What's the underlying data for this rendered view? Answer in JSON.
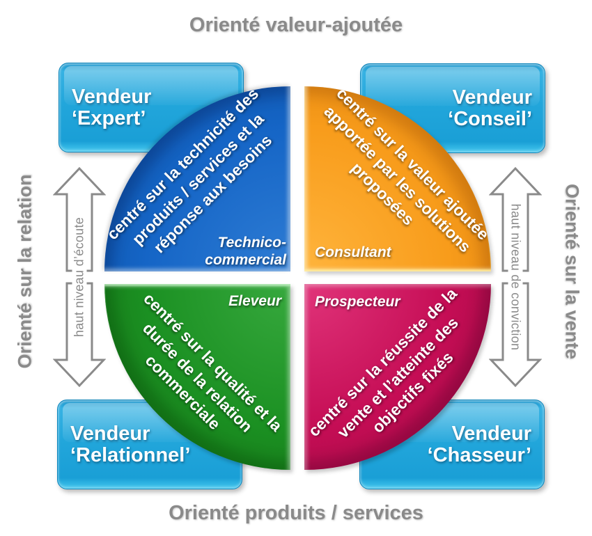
{
  "titles": {
    "top": "Orienté valeur-ajoutée",
    "bottom": "Orienté produits / services",
    "left": "Orienté sur la relation",
    "right": "Orienté sur la vente"
  },
  "arrows": {
    "left": "haut niveau d’écoute",
    "right": "haut niveau de conviction"
  },
  "boxes": {
    "expert": {
      "line1": "Vendeur",
      "line2": "‘Expert’"
    },
    "conseil": {
      "line1": "Vendeur",
      "line2": "‘Conseil’"
    },
    "relationnel": {
      "line1": "Vendeur",
      "line2": "‘Relationnel’"
    },
    "chasseur": {
      "line1": "Vendeur",
      "line2": "‘Chasseur’"
    }
  },
  "quadrants": {
    "technico": {
      "line1": "centré sur la technicité des",
      "line2": "produits / services et la",
      "line3": "réponse aux besoins",
      "label1": "Technico-",
      "label2": "commercial",
      "color": "#1565c6"
    },
    "consultant": {
      "line1": "centré sur la valeur ajoutée",
      "line2": "apportée par les solutions",
      "line3": "proposées",
      "label": "Consultant",
      "color": "#f89c1b"
    },
    "eleveur": {
      "line1": "centré sur la qualité et la",
      "line2": "durée de la relation",
      "line3": "commerciale",
      "label": "Eleveur",
      "color": "#1b9022"
    },
    "prospecteur": {
      "line1": "centré sur la réussite de la",
      "line2": "vente et l’atteinte des",
      "line3": "objectifs fixés",
      "label": "Prospecteur",
      "color": "#c50d55"
    }
  },
  "colors": {
    "blue": "#1565c6",
    "orange": "#f89c1b",
    "green": "#1b9022",
    "magenta": "#c50d55",
    "box": "#1a9fd6",
    "gray": "#8a8a8a"
  }
}
